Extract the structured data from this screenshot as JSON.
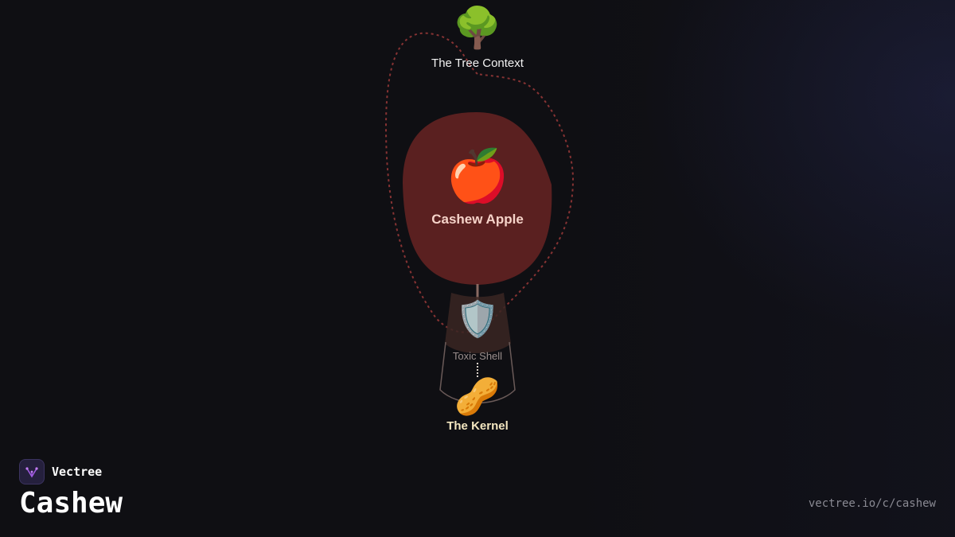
{
  "diagram": {
    "nodes": {
      "tree": {
        "label": "The Tree Context",
        "icon": "tree-icon",
        "emoji": "🌳"
      },
      "apple": {
        "label": "Cashew Apple",
        "icon": "apple-icon",
        "emoji": "🍎",
        "color": "#5a2020"
      },
      "shell": {
        "label": "Toxic Shell",
        "icon": "shield-icon",
        "emoji": "🛡️"
      },
      "kernel": {
        "label": "The Kernel",
        "icon": "peanut-icon",
        "emoji": "🥜"
      }
    },
    "colors": {
      "loop_stroke": "#9c3a3a",
      "apple_fill": "#5a2020",
      "shell_fill": "#3a2623",
      "kernel_outline": "#6a5a58"
    }
  },
  "branding": {
    "brand_name": "Vectree",
    "logo_icon": "vectree-logo-icon",
    "title": "Cashew",
    "url": "vectree.io/c/cashew"
  }
}
